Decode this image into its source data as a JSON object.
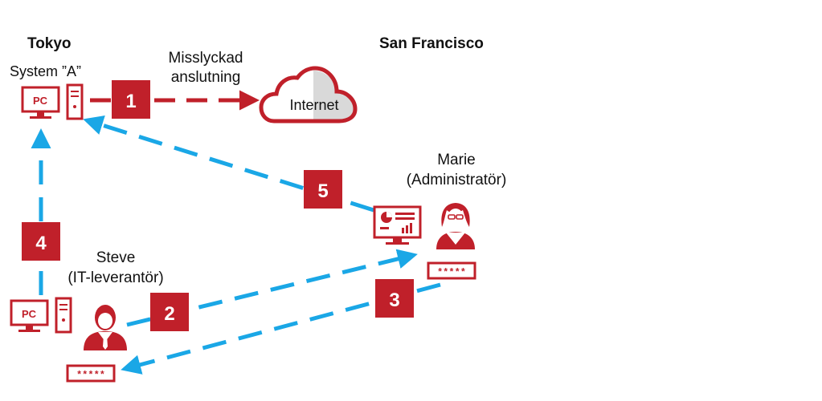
{
  "locations": {
    "tokyo": "Tokyo",
    "san_francisco": "San Francisco"
  },
  "system_a": {
    "label": "System ”A”",
    "pc_text": "PC"
  },
  "failed_connection": {
    "line1": "Misslyckad",
    "line2": "anslutning"
  },
  "internet": {
    "label": "Internet"
  },
  "marie": {
    "name": "Marie",
    "role": "(Administratör)"
  },
  "steve": {
    "name": "Steve",
    "role": "(IT-leverantör)",
    "pc_text": "PC"
  },
  "password_mask": "*****",
  "steps": [
    "1",
    "2",
    "3",
    "4",
    "5"
  ],
  "colors": {
    "brand_red": "#c0202a",
    "arrow_blue": "#1aa7e6",
    "cloud_grey": "#d9d9d9"
  },
  "icons": [
    "pc-icon",
    "tower-icon",
    "cloud-icon",
    "dashboard-monitor-icon",
    "user-female-icon",
    "user-male-icon",
    "password-field-icon"
  ]
}
